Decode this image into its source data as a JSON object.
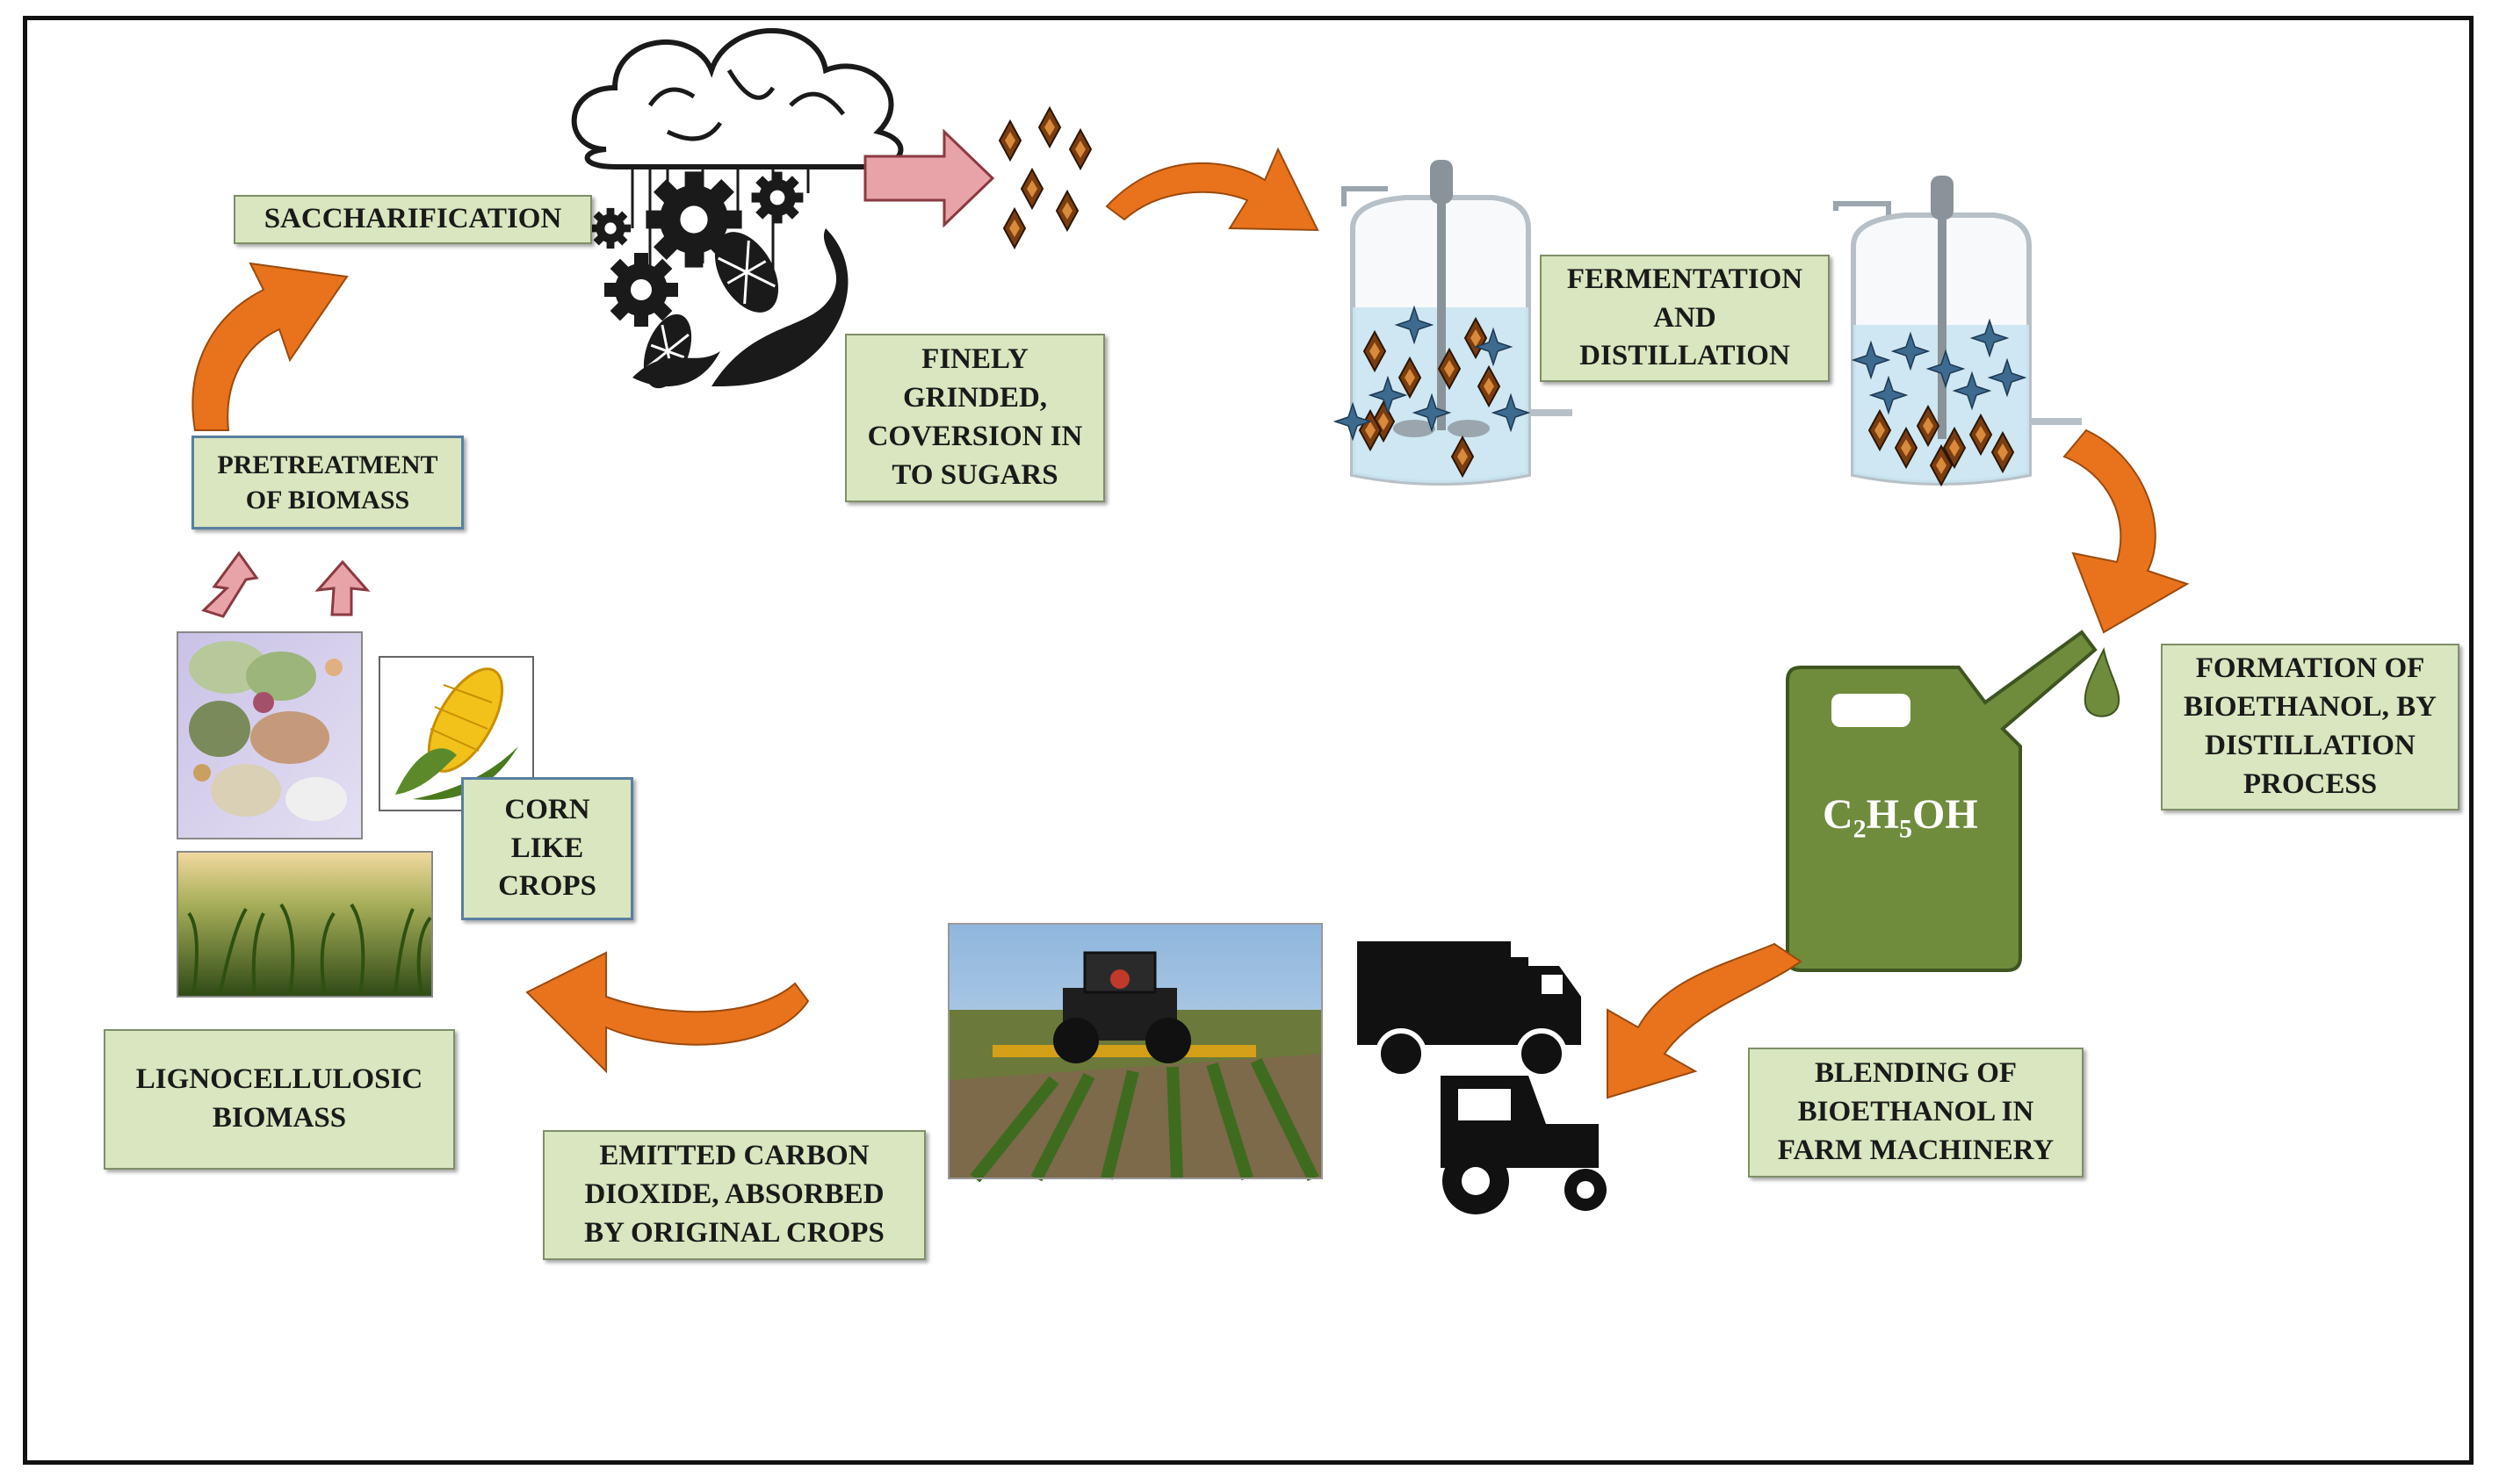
{
  "labels": {
    "saccharification": "SACCHARIFICATION",
    "finely_grinded": "FINELY\nGRINDED,\nCOVERSION IN\nTO SUGARS",
    "fermentation": "FERMENTATION\nAND\nDISTILLATION",
    "formation": "FORMATION OF\nBIOETHANOL, BY\nDISTILLATION\nPROCESS",
    "blending": "BLENDING OF\nBIOETHANOL IN\nFARM MACHINERY",
    "emitted": "EMITTED CARBON\nDIOXIDE, ABSORBED\nBY ORIGINAL CROPS",
    "lignocellulosic": "LIGNOCELLULOSIC\nBIOMASS",
    "corn": "CORN\nLIKE\nCROPS",
    "pretreatment": "PRETREATMENT\nOF BIOMASS"
  },
  "formula": {
    "c": "C",
    "c_sub": "2",
    "h": "H",
    "h_sub": "5",
    "oh": "OH"
  },
  "colors": {
    "arrow_orange": "#e8731c",
    "arrow_pink": "#e8a3a8",
    "label_fill": "#d9e6bf",
    "jerrycan_green": "#6e8c3c",
    "tank_liquid": "#c9e4f2"
  }
}
